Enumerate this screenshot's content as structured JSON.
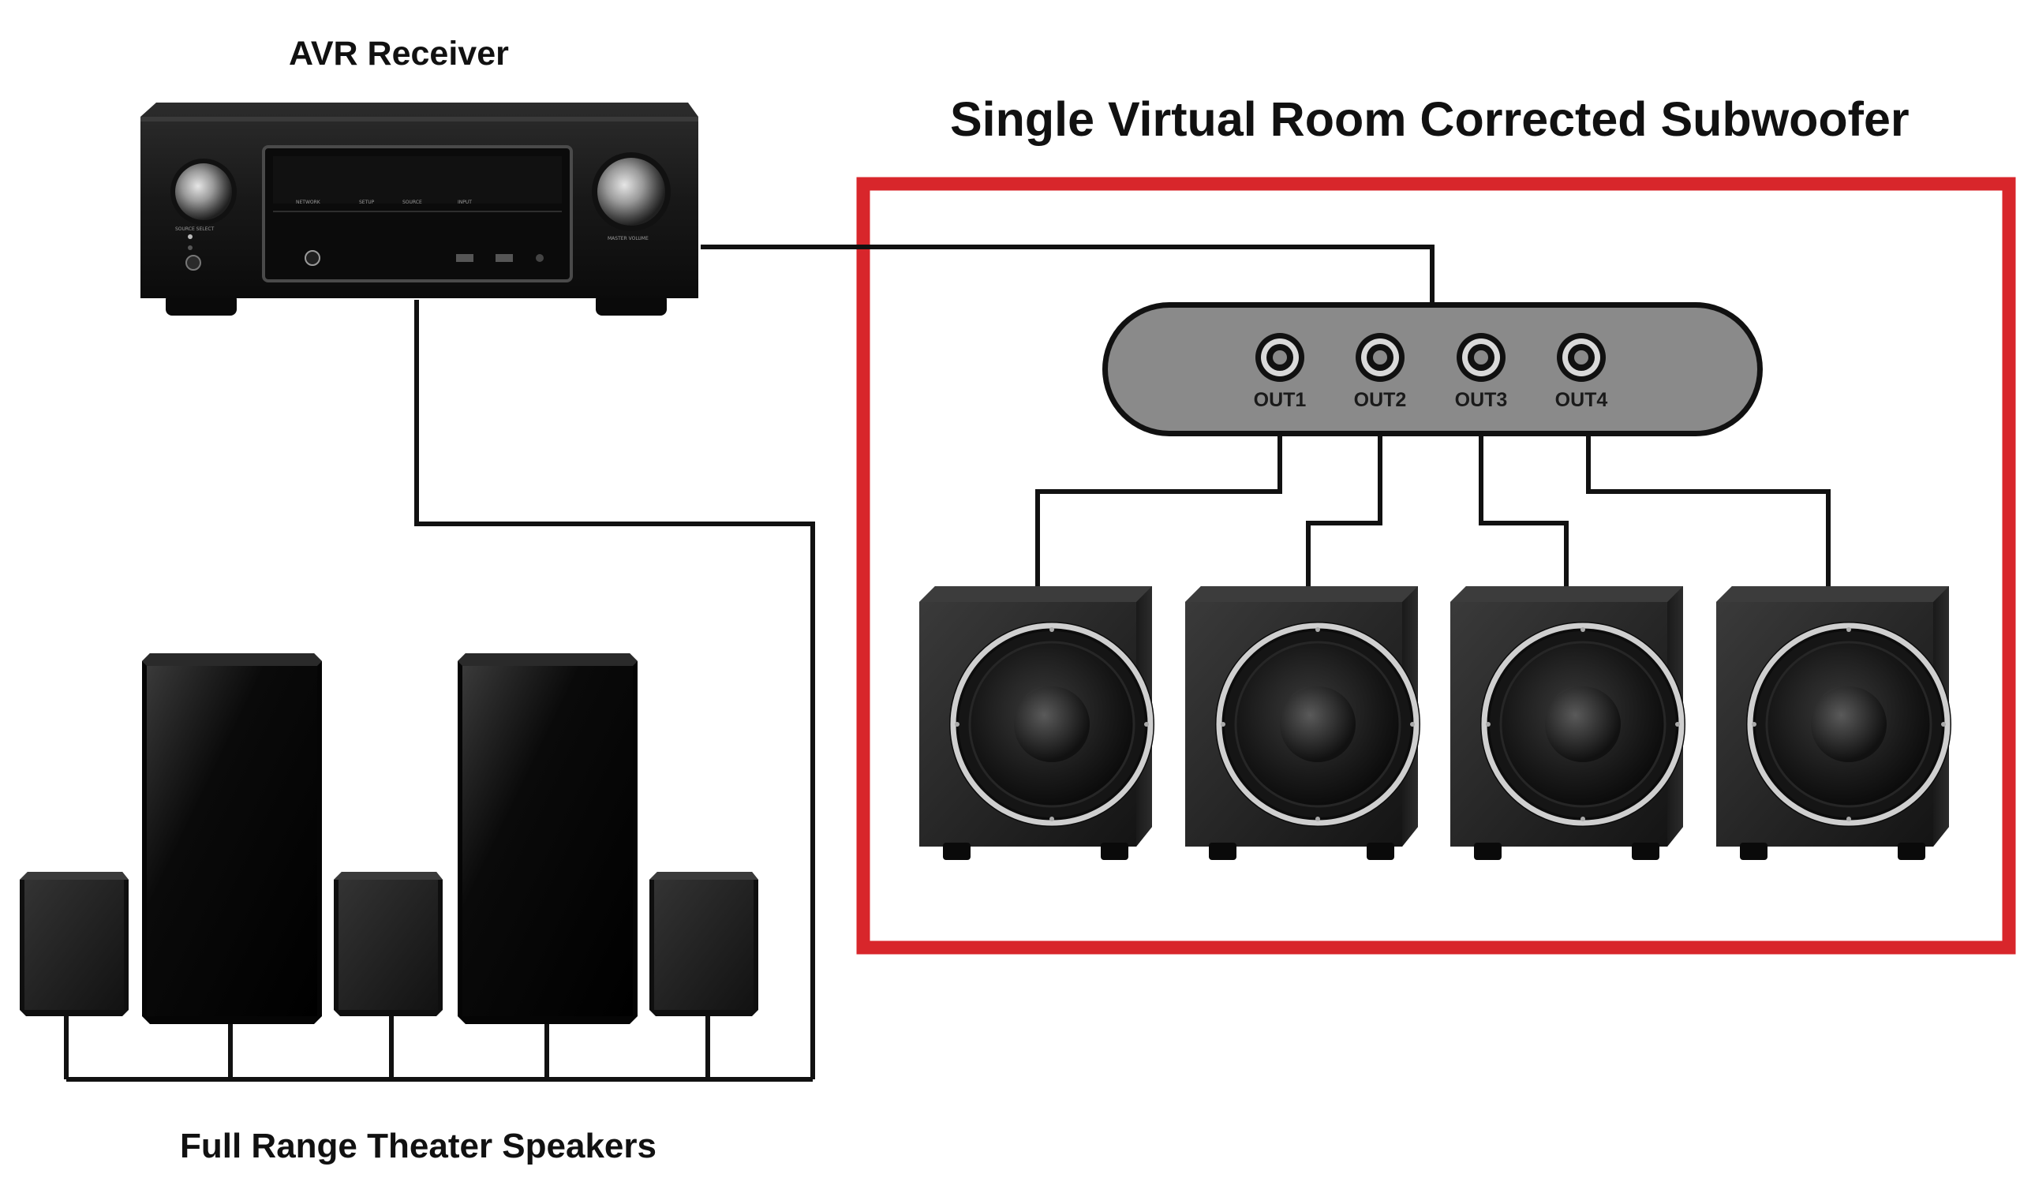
{
  "labels": {
    "receiver": "AVR Receiver",
    "subwoofer_group": "Single Virtual Room Corrected Subwoofer",
    "speakers": "Full Range Theater Speakers"
  },
  "splitter": {
    "outputs": [
      "OUT1",
      "OUT2",
      "OUT3",
      "OUT4"
    ]
  },
  "colors": {
    "group_border": "#d8262b",
    "wire": "#111111",
    "splitter_fill": "#8a8a8a"
  },
  "icons": {
    "receiver": "av-receiver-icon",
    "splitter": "splitter-box-icon",
    "subwoofer": "subwoofer-icon",
    "tower": "tower-speaker-icon",
    "satellite": "satellite-speaker-icon"
  }
}
